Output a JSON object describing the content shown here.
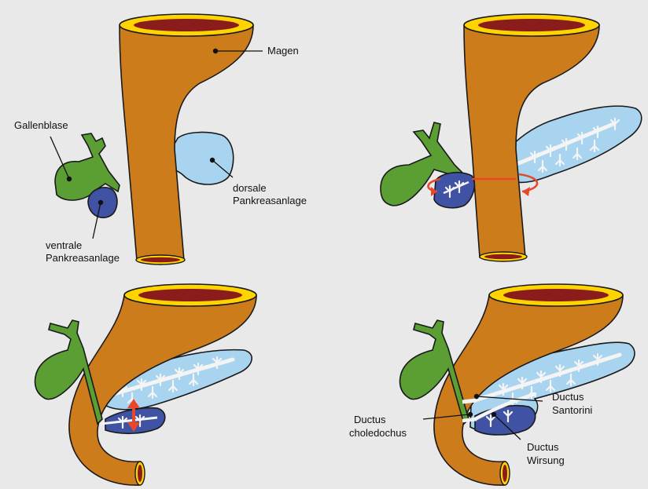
{
  "colors": {
    "background": "#e9e9e9",
    "stomach": "#cd7c1c",
    "stomach_rim": "#ffd400",
    "lumen": "#8b1c1c",
    "gallbladder": "#5a9e34",
    "ventral_pancreas": "#3f52a3",
    "dorsal_pancreas": "#a9d4f0",
    "duct": "#f2f2f2",
    "arrow": "#e8482a",
    "outline": "#1a1a1a"
  },
  "labels": {
    "magen": "Magen",
    "gallenblase": "Gallenblase",
    "dorsale_line1": "dorsale",
    "dorsale_line2": "Pankreasanlage",
    "ventrale_line1": "ventrale",
    "ventrale_line2": "Pankreasanlage",
    "santorini_line1": "Ductus",
    "santorini_line2": "Santorini",
    "choledochus_line1": "Ductus",
    "choledochus_line2": "choledochus",
    "wirsung_line1": "Ductus",
    "wirsung_line2": "Wirsung"
  },
  "panels": [
    {
      "stage": "1",
      "icons": [
        "stomach-icon",
        "gallbladder-icon",
        "ventral-pancreas-icon",
        "dorsal-pancreas-icon"
      ]
    },
    {
      "stage": "2",
      "icons": [
        "stomach-icon",
        "gallbladder-icon",
        "ventral-pancreas-icon",
        "dorsal-pancreas-icon",
        "rotation-arrow-icon"
      ]
    },
    {
      "stage": "3",
      "icons": [
        "stomach-icon",
        "gallbladder-icon",
        "ventral-pancreas-icon",
        "dorsal-pancreas-icon",
        "fusion-arrow-icon"
      ]
    },
    {
      "stage": "4",
      "icons": [
        "stomach-icon",
        "gallbladder-icon",
        "fused-pancreas-icon",
        "pancreatic-duct-icon"
      ]
    }
  ]
}
